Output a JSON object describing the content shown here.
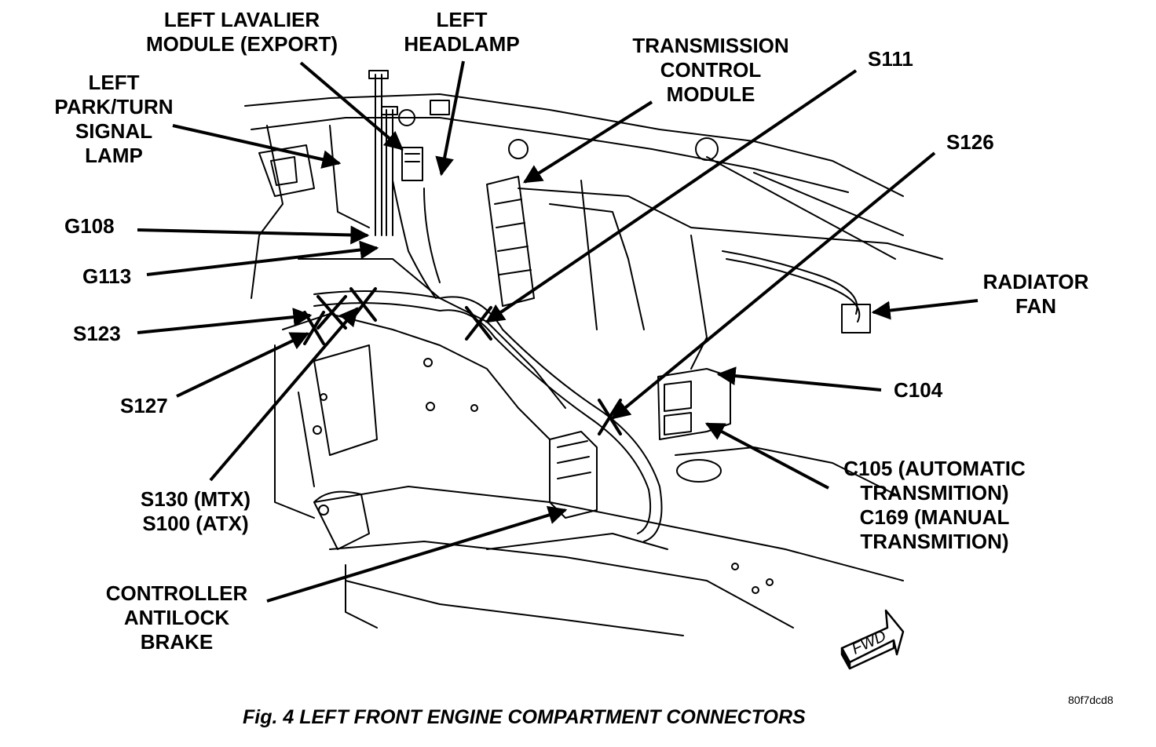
{
  "labels": {
    "left_lavalier": [
      "LEFT LAVALIER",
      "MODULE (EXPORT)"
    ],
    "left_headlamp": [
      "LEFT",
      "HEADLAMP"
    ],
    "transmission_control": [
      "TRANSMISSION",
      "CONTROL",
      "MODULE"
    ],
    "s111": "S111",
    "s126": "S126",
    "left_park_turn": [
      "LEFT",
      "PARK/TURN",
      "SIGNAL",
      "LAMP"
    ],
    "g108": "G108",
    "g113": "G113",
    "s123": "S123",
    "s127": "S127",
    "s130_s100": [
      "S130 (MTX)",
      "S100 (ATX)"
    ],
    "radiator_fan": [
      "RADIATOR",
      "FAN"
    ],
    "c104": "C104",
    "c105_c169": [
      "C105 (AUTOMATIC",
      "TRANSMITION)",
      "C169 (MANUAL",
      "TRANSMITION)"
    ],
    "controller_antilock": [
      "CONTROLLER",
      "ANTILOCK",
      "BRAKE"
    ],
    "fwd": "FWD"
  },
  "image_code": "80f7dcd8",
  "caption": "Fig. 4 LEFT FRONT ENGINE COMPARTMENT CONNECTORS"
}
